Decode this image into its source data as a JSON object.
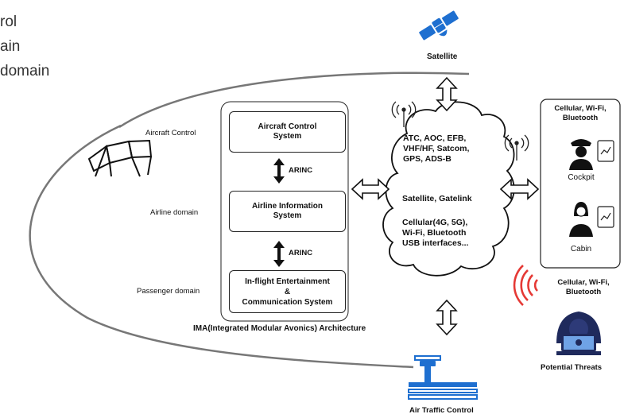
{
  "legend": {
    "line1": "rol",
    "line2": "ain",
    "line3": "domain"
  },
  "satellite": {
    "label": "Satellite"
  },
  "air_traffic_control": {
    "label": "Air Traffic Control"
  },
  "domains": {
    "aircraft_control": "Aircraft Control",
    "airline": "Airline domain",
    "passenger": "Passenger  domain"
  },
  "ima": {
    "systems": [
      {
        "line1": "Aircraft Control",
        "line2": "System"
      },
      {
        "line1": "Airline Information",
        "line2": "System"
      },
      {
        "line1": "In-flight Entertainment",
        "line2": "&",
        "line3": "Communication System"
      }
    ],
    "link1": "ARINC",
    "link2": "ARINC",
    "caption": "IMA(Integrated Modular Avonics) Architecture"
  },
  "cloud": {
    "block1": [
      "ATC, AOC, EFB,",
      "VHF/HF, Satcom,",
      "GPS, ADS-B"
    ],
    "block2": "Satellite, Gatelink",
    "block3": [
      "Cellular(4G, 5G),",
      "Wi-Fi, Bluetooth",
      "USB interfaces..."
    ]
  },
  "onboard": {
    "connectivity": [
      "Cellular, Wi-Fi,",
      "Bluetooth"
    ],
    "cockpit": "Cockpit",
    "cabin": "Cabin"
  },
  "threats": {
    "connectivity": [
      "Cellular, Wi-Fi,",
      "Bluetooth"
    ],
    "label": "Potential Threats"
  },
  "colors": {
    "signal_red": "#e53935",
    "icon_blue": "#1e6fd0",
    "hacker_navy": "#1f2a5c",
    "line": "#777777"
  }
}
